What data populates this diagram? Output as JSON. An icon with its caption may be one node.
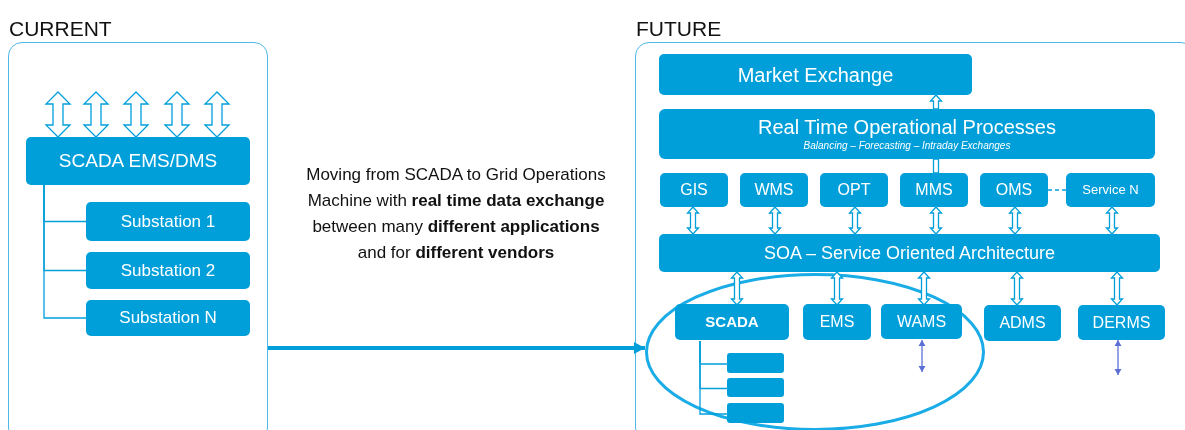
{
  "diagram": {
    "nodes": [
      {
        "text": [
          "CURRENT"
        ]
      },
      {
        "text": [
          "SCADA EMS/DMS"
        ],
        "in": 0
      },
      {
        "text": [
          "Substation 1"
        ],
        "in": 0
      },
      {
        "text": [
          "Substation 2"
        ],
        "in": 0
      },
      {
        "text": [
          "Substation N"
        ],
        "in": 0
      },
      {
        "text": [
          "FUTURE"
        ]
      },
      {
        "text": [
          "Market Exchange"
        ],
        "in": 5
      },
      {
        "text": [
          "Real Time Operational Processes",
          "Balancing – Forecasting – Intraday Exchanges"
        ],
        "in": 5
      },
      {
        "text": [
          "GIS"
        ],
        "in": 5
      },
      {
        "text": [
          "WMS"
        ],
        "in": 5
      },
      {
        "text": [
          "OPT"
        ],
        "in": 5
      },
      {
        "text": [
          "MMS"
        ],
        "in": 5
      },
      {
        "text": [
          "OMS"
        ],
        "in": 5
      },
      {
        "text": [
          "Service N"
        ],
        "in": 5
      },
      {
        "text": [
          "SOA – Service Oriented Architecture"
        ],
        "in": 5
      },
      {
        "text": [],
        "shape": "ellipse",
        "in": 5
      },
      {
        "text": [
          "SCADA"
        ],
        "in": 15
      },
      {
        "text": [
          "EMS"
        ],
        "in": 15
      },
      {
        "text": [
          "WAMS"
        ],
        "in": 15
      },
      {
        "text": [
          "ADMS"
        ],
        "in": 5
      },
      {
        "text": [
          "DERMS"
        ],
        "in": 5
      },
      {
        "text": [],
        "shape": "box",
        "in": 15
      },
      {
        "text": [],
        "shape": "box",
        "in": 15
      },
      {
        "text": [],
        "shape": "box",
        "in": 15
      }
    ],
    "edges": [
      {
        "from": 0,
        "to": 15,
        "arrow": "to",
        "style": "thick"
      },
      {
        "from": null,
        "to": 1,
        "arrow": "both"
      },
      {
        "from": null,
        "to": 1,
        "arrow": "both"
      },
      {
        "from": null,
        "to": 1,
        "arrow": "both"
      },
      {
        "from": null,
        "to": 1,
        "arrow": "both"
      },
      {
        "from": null,
        "to": 1,
        "arrow": "both"
      },
      {
        "from": 1,
        "to": 2,
        "arrow": "none"
      },
      {
        "from": 1,
        "to": 3,
        "arrow": "none"
      },
      {
        "from": 1,
        "to": 4,
        "arrow": "none"
      },
      {
        "from": 7,
        "to": 6,
        "arrow": "to"
      },
      {
        "from": 7,
        "to": 11,
        "arrow": "none"
      },
      {
        "from": 8,
        "to": 14,
        "arrow": "both"
      },
      {
        "from": 9,
        "to": 14,
        "arrow": "both"
      },
      {
        "from": 10,
        "to": 14,
        "arrow": "both"
      },
      {
        "from": 11,
        "to": 14,
        "arrow": "both"
      },
      {
        "from": 12,
        "to": 14,
        "arrow": "both"
      },
      {
        "from": 13,
        "to": 14,
        "arrow": "both"
      },
      {
        "from": 12,
        "to": 13,
        "arrow": "none",
        "style": "dashed"
      },
      {
        "from": 14,
        "to": 16,
        "arrow": "both"
      },
      {
        "from": 14,
        "to": 17,
        "arrow": "both"
      },
      {
        "from": 14,
        "to": 18,
        "arrow": "both"
      },
      {
        "from": 14,
        "to": 19,
        "arrow": "both"
      },
      {
        "from": 14,
        "to": 20,
        "arrow": "both"
      },
      {
        "from": 18,
        "to": null,
        "arrow": "both",
        "color": "#5b6fd6"
      },
      {
        "from": 20,
        "to": null,
        "arrow": "both",
        "color": "#5b6fd6"
      },
      {
        "from": 16,
        "to": 21,
        "arrow": "none"
      },
      {
        "from": 16,
        "to": 22,
        "arrow": "none"
      },
      {
        "from": 16,
        "to": 23,
        "arrow": "none"
      }
    ],
    "labels": [
      "Moving from SCADA to Grid Operations Machine with **real time data exchange** between many **different applications** and for **different vendors**"
    ]
  }
}
